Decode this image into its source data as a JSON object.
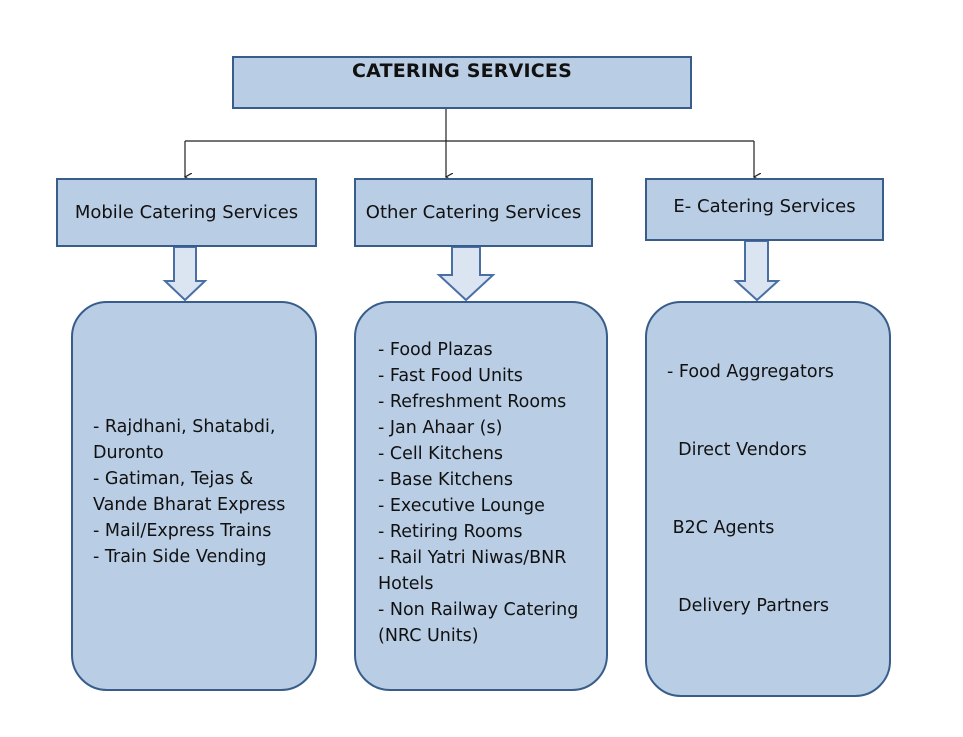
{
  "diagram": {
    "root": {
      "label": "CATERING SERVICES"
    },
    "categories": [
      {
        "label": "Mobile Catering Services"
      },
      {
        "label": "Other Catering Services"
      },
      {
        "label": "E- Catering Services"
      }
    ],
    "panels": [
      {
        "items": [
          "- Rajdhani, Shatabdi,\nDuronto",
          "- Gatiman, Tejas &\nVande Bharat Express",
          "- Mail/Express Trains",
          "- Train Side Vending"
        ]
      },
      {
        "items": [
          "- Food Plazas",
          "- Fast Food Units",
          "- Refreshment Rooms",
          "- Jan Ahaar (s)",
          "- Cell Kitchens",
          "- Base Kitchens",
          "- Executive Lounge",
          "- Retiring Rooms",
          "- Rail Yatri Niwas/BNR\nHotels",
          "- Non Railway Catering\n(NRC Units)"
        ]
      },
      {
        "items": [
          "- Food Aggregators",
          "  Direct Vendors",
          " B2C Agents",
          "  Delivery Partners"
        ]
      }
    ],
    "colors": {
      "box_fill": "#b9cde5",
      "box_border": "#385d8a",
      "connector": "#222222"
    }
  }
}
